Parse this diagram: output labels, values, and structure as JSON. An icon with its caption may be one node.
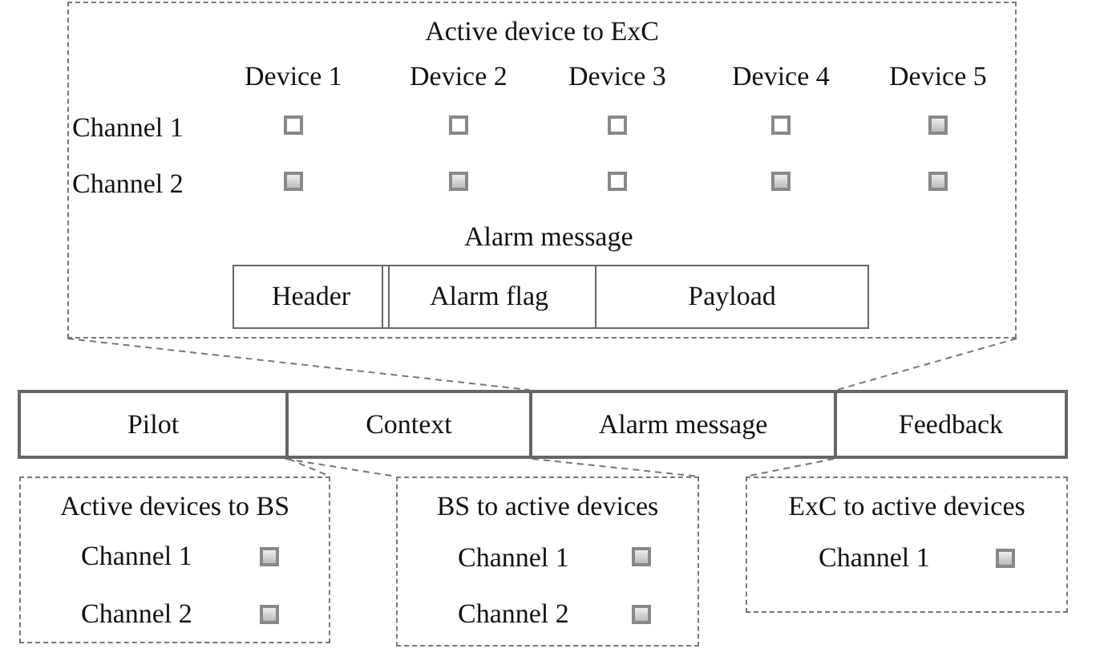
{
  "diagram": {
    "nodes": [
      {
        "text": [
          "Active device to ExC"
        ]
      },
      {
        "text": [
          "Header"
        ],
        "in": 0
      },
      {
        "text": [
          "Alarm flag"
        ],
        "in": 0
      },
      {
        "text": [
          "Payload"
        ],
        "in": 0
      },
      {
        "text": [
          "Pilot"
        ]
      },
      {
        "text": [
          "Context"
        ]
      },
      {
        "text": [
          "Alarm message"
        ]
      },
      {
        "text": [
          "Feedback"
        ]
      },
      {
        "text": [
          "Active devices to BS"
        ]
      },
      {
        "text": [
          "BS to active devices"
        ]
      },
      {
        "text": [
          "ExC to active devices"
        ]
      }
    ],
    "edges": [
      {
        "from": 0,
        "to": 6,
        "arrow": "none",
        "style": "dashed"
      },
      {
        "from": 0,
        "to": 6,
        "arrow": "none",
        "style": "dashed"
      },
      {
        "from": 4,
        "to": 8,
        "arrow": "none",
        "style": "dashed"
      },
      {
        "from": 5,
        "to": 9,
        "arrow": "none",
        "style": "dashed"
      },
      {
        "from": 5,
        "to": 9,
        "arrow": "none",
        "style": "dashed"
      },
      {
        "from": 7,
        "to": 10,
        "arrow": "none",
        "style": "dashed"
      }
    ],
    "labels": [
      "Device 1",
      "Device 2",
      "Device 3",
      "Device 4",
      "Device 5",
      "Channel 1",
      "Channel 2",
      "Alarm message",
      "Channel 1",
      "Channel 2",
      "Channel 1",
      "Channel 2",
      "Channel 1"
    ]
  }
}
